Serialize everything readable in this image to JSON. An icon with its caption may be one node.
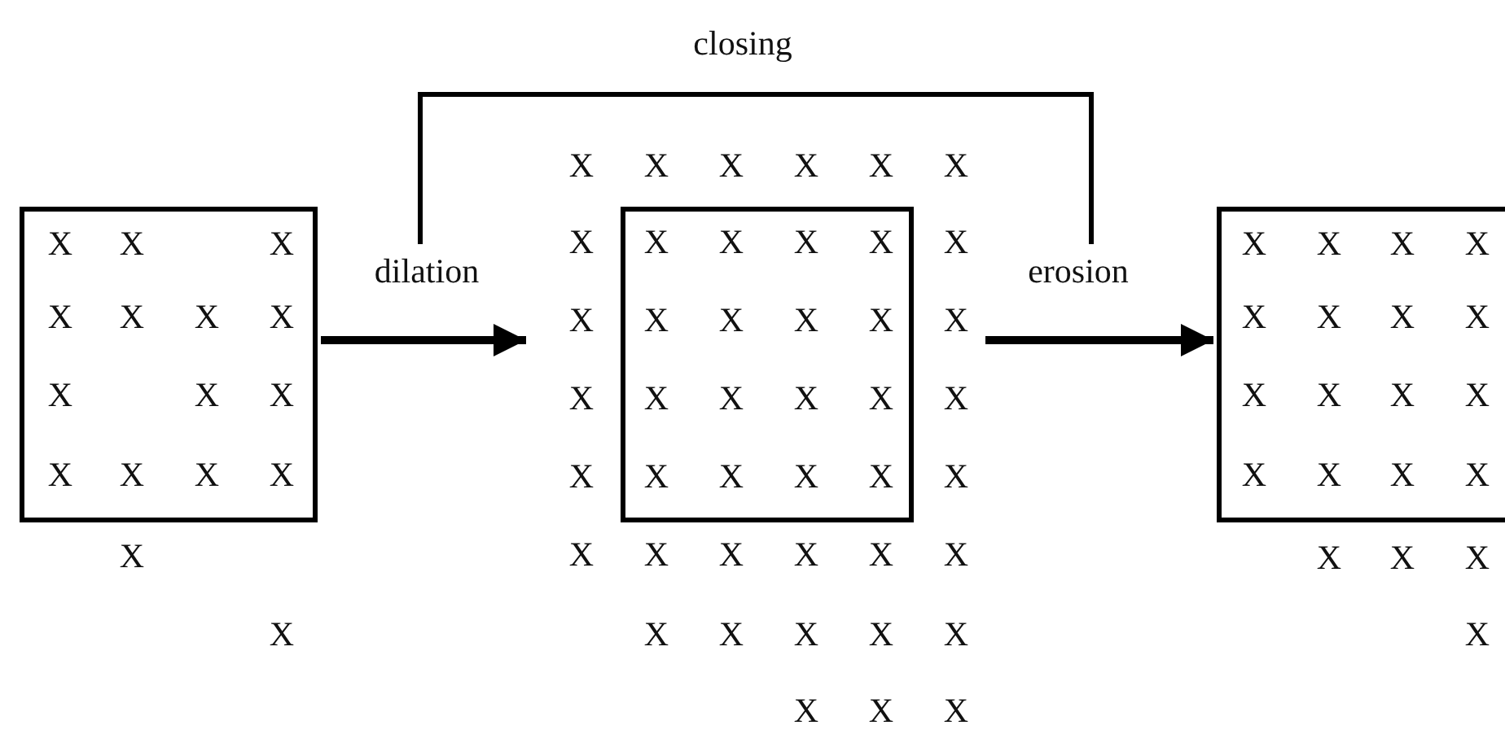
{
  "diagram": {
    "nodes": [
      {
        "text": [
          "X",
          "X",
          "X",
          "X",
          "X",
          "X",
          "X",
          "X",
          "X",
          "X",
          "X",
          "X",
          "X",
          "X"
        ],
        "beside": [
          "X",
          "X"
        ]
      },
      {
        "text": [
          "X",
          "X",
          "X",
          "X",
          "X",
          "X",
          "X",
          "X",
          "X",
          "X",
          "X",
          "X",
          "X",
          "X",
          "X",
          "X",
          "X",
          "X",
          "X",
          "X",
          "X",
          "X",
          "X",
          "X",
          "X",
          "X",
          "X",
          "X"
        ]
      },
      {
        "text": [
          "X",
          "X",
          "X",
          "X",
          "X",
          "X",
          "X",
          "X",
          "X",
          "X",
          "X",
          "X",
          "X",
          "X",
          "X",
          "X"
        ],
        "in": 1
      },
      {
        "text": [
          "X",
          "X",
          "X",
          "X",
          "X",
          "X",
          "X",
          "X",
          "X",
          "X",
          "X",
          "X",
          "X",
          "X",
          "X",
          "X"
        ],
        "beside": [
          "X",
          "X",
          "X",
          "X"
        ]
      }
    ],
    "edges": [
      {
        "from": 0,
        "to": 1,
        "arrow": "to",
        "label": "dilation"
      },
      {
        "from": 1,
        "to": 3,
        "arrow": "to",
        "label": "erosion"
      }
    ],
    "labels": [
      "closing"
    ]
  }
}
